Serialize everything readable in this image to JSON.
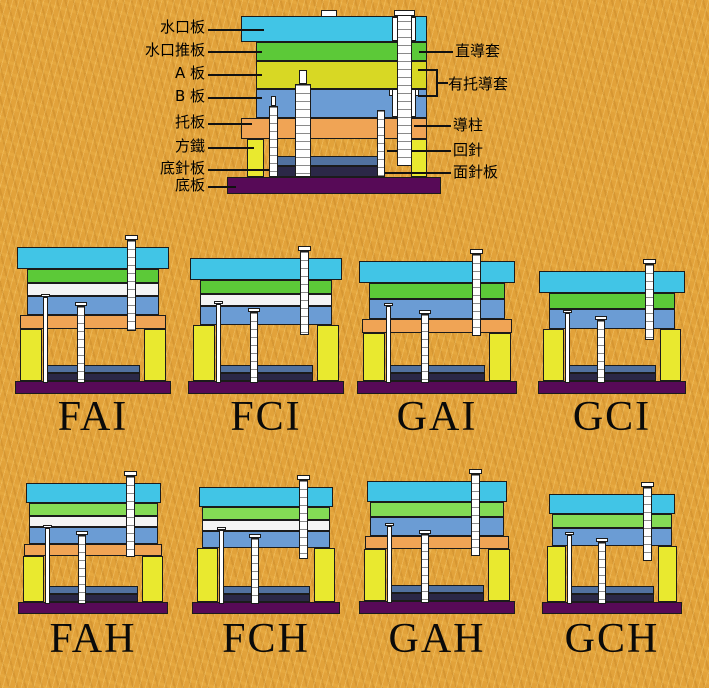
{
  "diagram": {
    "left_labels": [
      "水口板",
      "水口推板",
      "A 板",
      "B 板",
      "托板",
      "方鐵",
      "底針板",
      "底板"
    ],
    "right_labels": [
      "直導套",
      "有托導套",
      "導柱",
      "回針",
      "面針板"
    ]
  },
  "palette": {
    "cyan": "#41c5e6",
    "green": "#5cc938",
    "lime": "#84db55",
    "yellow": "#d8d824",
    "blue": "#6b9cd4",
    "orange": "#f0a455",
    "white_plate": "#f4f4f4",
    "spacer": "#e9e92f",
    "base": "#570a57",
    "ejector_top": "#51719f",
    "ejector_bottom": "#2b2847",
    "pin": "#ffffff"
  },
  "molds": [
    {
      "label": "FAI",
      "width": 156,
      "spacer_h": 52,
      "base_h": 13,
      "plates": [
        {
          "c": "cyan",
          "w": 0.98,
          "h": 22
        },
        {
          "c": "green",
          "w": 0.85,
          "h": 14
        },
        {
          "c": "white_plate",
          "w": 0.85,
          "h": 13
        },
        {
          "c": "blue",
          "w": 0.85,
          "h": 19
        },
        {
          "c": "orange",
          "w": 0.94,
          "h": 14
        }
      ]
    },
    {
      "label": "FCI",
      "width": 156,
      "spacer_h": 56,
      "base_h": 13,
      "plates": [
        {
          "c": "cyan",
          "w": 0.98,
          "h": 22
        },
        {
          "c": "green",
          "w": 0.85,
          "h": 14
        },
        {
          "c": "white_plate",
          "w": 0.85,
          "h": 12
        },
        {
          "c": "blue",
          "w": 0.85,
          "h": 19
        }
      ]
    },
    {
      "label": "GAI",
      "width": 160,
      "spacer_h": 48,
      "base_h": 13,
      "plates": [
        {
          "c": "cyan",
          "w": 0.98,
          "h": 22
        },
        {
          "c": "green",
          "w": 0.85,
          "h": 16
        },
        {
          "c": "blue",
          "w": 0.85,
          "h": 20
        },
        {
          "c": "orange",
          "w": 0.94,
          "h": 14
        }
      ]
    },
    {
      "label": "GCI",
      "width": 148,
      "spacer_h": 52,
      "base_h": 13,
      "plates": [
        {
          "c": "cyan",
          "w": 0.98,
          "h": 22
        },
        {
          "c": "green",
          "w": 0.85,
          "h": 16
        },
        {
          "c": "blue",
          "w": 0.85,
          "h": 20
        }
      ]
    },
    {
      "label": "FAH",
      "width": 150,
      "spacer_h": 46,
      "base_h": 12,
      "plates": [
        {
          "c": "cyan",
          "w": 0.9,
          "h": 20
        },
        {
          "c": "lime",
          "w": 0.86,
          "h": 13
        },
        {
          "c": "white_plate",
          "w": 0.86,
          "h": 11
        },
        {
          "c": "blue",
          "w": 0.86,
          "h": 17
        },
        {
          "c": "orange",
          "w": 0.92,
          "h": 12
        }
      ]
    },
    {
      "label": "FCH",
      "width": 148,
      "spacer_h": 54,
      "base_h": 12,
      "plates": [
        {
          "c": "cyan",
          "w": 0.9,
          "h": 20
        },
        {
          "c": "lime",
          "w": 0.86,
          "h": 13
        },
        {
          "c": "white_plate",
          "w": 0.86,
          "h": 11
        },
        {
          "c": "blue",
          "w": 0.86,
          "h": 17
        }
      ]
    },
    {
      "label": "GAH",
      "width": 156,
      "spacer_h": 52,
      "base_h": 13,
      "plates": [
        {
          "c": "cyan",
          "w": 0.9,
          "h": 21
        },
        {
          "c": "lime",
          "w": 0.86,
          "h": 15
        },
        {
          "c": "blue",
          "w": 0.86,
          "h": 19
        },
        {
          "c": "orange",
          "w": 0.92,
          "h": 13
        }
      ]
    },
    {
      "label": "GCH",
      "width": 140,
      "spacer_h": 56,
      "base_h": 12,
      "plates": [
        {
          "c": "cyan",
          "w": 0.9,
          "h": 20
        },
        {
          "c": "lime",
          "w": 0.86,
          "h": 14
        },
        {
          "c": "blue",
          "w": 0.86,
          "h": 18
        }
      ]
    }
  ]
}
